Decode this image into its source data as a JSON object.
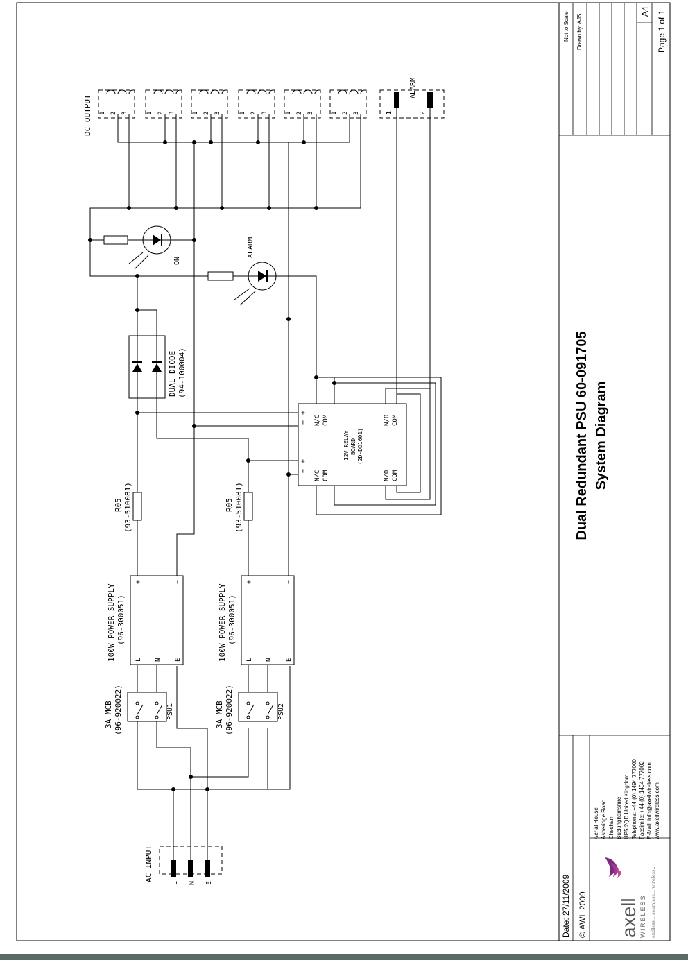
{
  "diagram": {
    "title": "Dual Redundant PSU 60-091705",
    "subtitle": "System Diagram"
  },
  "title_block": {
    "not_to_scale": "Not to Scale",
    "drawn_by": "Drawn by: AJS",
    "paper_size": "A4",
    "page": "Page 1 of 1",
    "date": "Date: 27/11/2009",
    "copyright": "© AWL 2009",
    "logo_text": "axell",
    "logo_sub": "WIRELESS",
    "tagline": "endless... seamless... wireless...",
    "address_lines": [
      "Aerial House",
      "Asheridge Road",
      "Chesham",
      "Buckinghamshire",
      "HP5 2QD United Kingdom",
      "Telephone: +44 (0) 1494 777000",
      "Facsimile: +44 (0) 1494 777002",
      "E-Mail: info@axellwireless.com",
      "www.axellwireless.com"
    ]
  },
  "labels": {
    "ac_input": "AC INPUT",
    "ac_l": "L",
    "ac_n": "N",
    "ac_e": "E",
    "mcb1_a": "3A MCB",
    "mcb1_b": "(96-920022)",
    "mcb1_tag": "PSU1",
    "mcb2_a": "3A MCB",
    "mcb2_b": "(96-920022)",
    "mcb2_tag": "PSU2",
    "psu1_a": "100W POWER SUPPLY",
    "psu1_b": "(96-300051)",
    "psu2_a": "100W POWER SUPPLY",
    "psu2_b": "(96-300051)",
    "psu_l": "L",
    "psu_n": "N",
    "psu_e": "E",
    "psu_plus": "+",
    "psu_minus": "−",
    "r1_a": "R05",
    "r1_b": "(93-510081)",
    "r2_a": "R05",
    "r2_b": "(93-510081)",
    "diode_a": "DUAL DIODE",
    "diode_b": "(94-100004)",
    "led_on": "ON",
    "led_alarm": "ALARM",
    "relay_a": "12V RELAY",
    "relay_b": "BOARD",
    "relay_c": "(2D-DD1601)",
    "relay_minus": "−",
    "relay_plus": "+",
    "nc": "N/C",
    "com": "COM",
    "no": "N/O",
    "dc_output": "DC OUTPUT",
    "pin1": "1",
    "pin2": "2",
    "pin3": "3",
    "alarm_conn": "ALARM"
  }
}
